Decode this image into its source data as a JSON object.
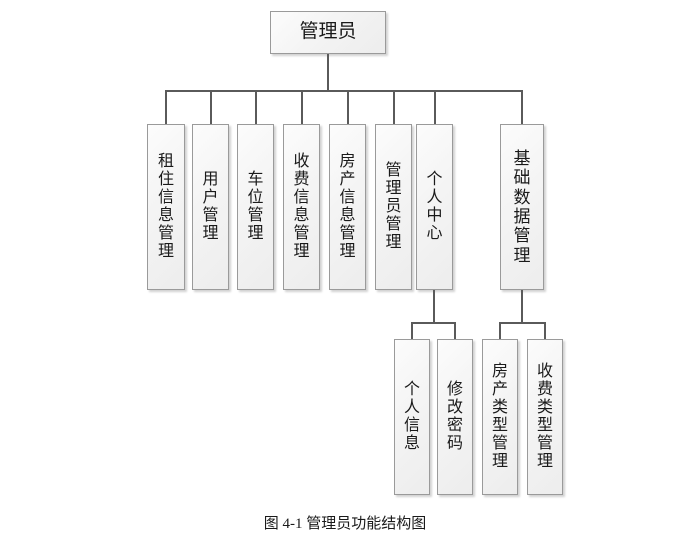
{
  "diagram": {
    "type": "tree",
    "title": "管理员功能结构图",
    "root": {
      "id": "admin",
      "label": "管理员",
      "orientation": "horizontal"
    },
    "level2": [
      {
        "id": "rent-info",
        "label": "租住信息管理"
      },
      {
        "id": "user-mgmt",
        "label": "用户管理"
      },
      {
        "id": "parking-mgmt",
        "label": "车位管理"
      },
      {
        "id": "fee-info",
        "label": "收费信息管理"
      },
      {
        "id": "property-info",
        "label": "房产信息管理"
      },
      {
        "id": "admin-mgmt",
        "label": "管理员管理"
      },
      {
        "id": "personal-center",
        "label": "个人中心"
      },
      {
        "id": "basic-data",
        "label": "基础数据管理"
      }
    ],
    "level3": [
      {
        "id": "personal-info",
        "label": "个人信息",
        "parent": "personal-center"
      },
      {
        "id": "change-password",
        "label": "修改密码",
        "parent": "personal-center"
      },
      {
        "id": "property-type",
        "label": "房产类型管理",
        "parent": "basic-data"
      },
      {
        "id": "fee-type",
        "label": "收费类型管理",
        "parent": "basic-data"
      }
    ],
    "caption": "图 4-1  管理员功能结构图",
    "colors": {
      "node_border": "#9a9a9a",
      "node_fill": "#f2f2f2",
      "connector": "#5a5a5a",
      "text": "#1a1a1a",
      "background": "#ffffff"
    }
  }
}
